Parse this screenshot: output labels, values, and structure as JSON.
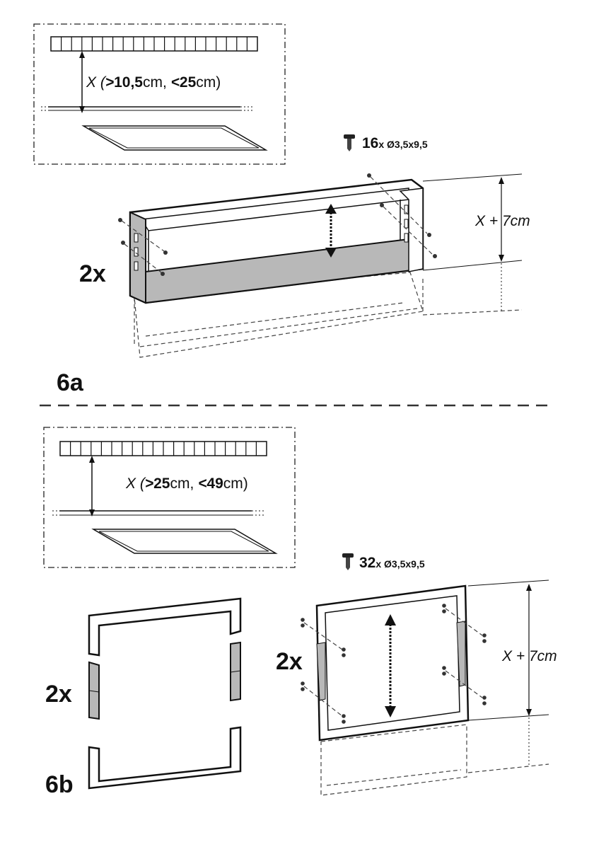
{
  "section_a": {
    "label": "6a",
    "multiplier": "2x",
    "dimension": {
      "prefix": "X (",
      "min_op": ">",
      "min_value": "10,5",
      "min_unit": "cm, ",
      "max_op": "<",
      "max_value": "25",
      "max_unit": "cm)"
    },
    "screws": {
      "count": "16",
      "spec": "x Ø3,5x9,5"
    },
    "height_label": "X + 7cm"
  },
  "section_b": {
    "label": "6b",
    "multiplier_left": "2x",
    "multiplier_right": "2x",
    "dimension": {
      "prefix": "X (",
      "min_op": ">",
      "min_value": "25",
      "min_unit": "cm, ",
      "max_op": "<",
      "max_value": "49",
      "max_unit": "cm)"
    },
    "screws": {
      "count": "32",
      "spec": "x Ø3,5x9,5"
    },
    "height_label": "X + 7cm"
  },
  "icons": {
    "screw": "screw-icon"
  }
}
